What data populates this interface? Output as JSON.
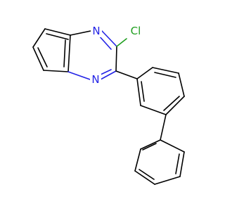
{
  "atoms": {
    "n1": {
      "label": "N",
      "color": "#2323e6"
    },
    "n4": {
      "label": "N",
      "color": "#2323e6"
    },
    "cl": {
      "label": "Cl",
      "color": "#1e9e1e"
    }
  }
}
